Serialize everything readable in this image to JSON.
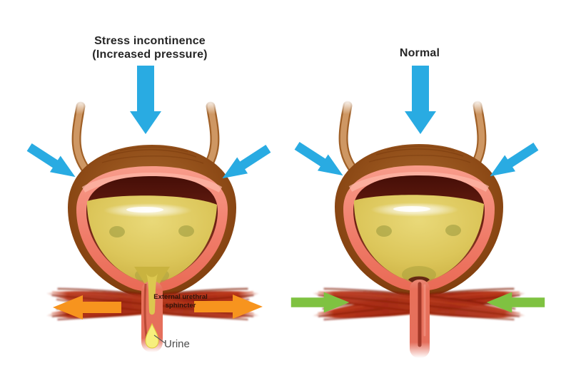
{
  "panels": {
    "stress": {
      "title_line1": "Stress incontinence",
      "title_line2": "(Increased pressure)",
      "sphincter_label_line1": "External urethral",
      "sphincter_label_line2": "sphincter",
      "urine_label": "Urine"
    },
    "normal": {
      "title": "Normal"
    }
  },
  "colors": {
    "pressure_arrow": "#29ABE2",
    "relaxed_sphincter_arrow": "#F7941E",
    "contracted_sphincter_arrow": "#7FC241",
    "bladder_wall_brown": "#8A4513",
    "bladder_lining_pink": "#EF7A67",
    "urine_yellow": "#DCC65A",
    "muscle_red": "#A62C12"
  }
}
